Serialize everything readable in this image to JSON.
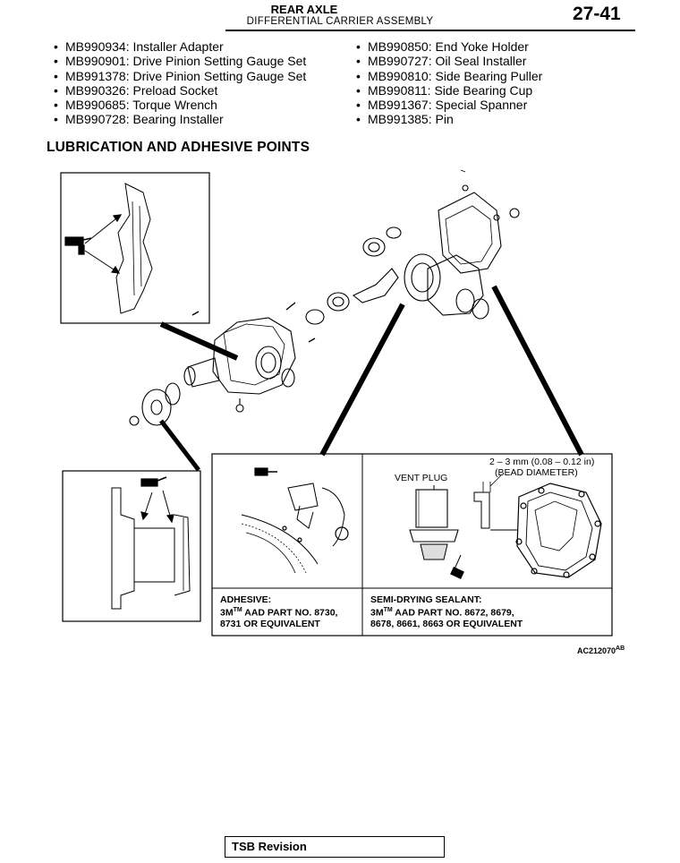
{
  "header": {
    "title": "REAR AXLE",
    "subtitle": "DIFFERENTIAL CARRIER ASSEMBLY",
    "page_number": "27-41"
  },
  "special_tools": {
    "left": [
      "MB990934: Installer Adapter",
      "MB990901: Drive Pinion Setting Gauge Set",
      "MB991378: Drive Pinion Setting Gauge Set",
      "MB990326: Preload Socket",
      "MB990685: Torque Wrench",
      "MB990728: Bearing Installer"
    ],
    "right": [
      "MB990850: End Yoke Holder",
      "MB990727: Oil Seal Installer",
      "MB990810: Side Bearing Puller",
      "MB990811: Side Bearing Cup",
      "MB991367: Special Spanner",
      "MB991385: Pin"
    ]
  },
  "section_heading": "LUBRICATION AND ADHESIVE POINTS",
  "figure": {
    "adhesive_caption": {
      "line1": "ADHESIVE:",
      "line2a": "3M",
      "line2tm": "TM",
      "line2b": " AAD PART NO. 8730,",
      "line3": "8731 OR EQUIVALENT"
    },
    "sealant_caption": {
      "line1": "SEMI-DRYING SEALANT:",
      "line2a": "3M",
      "line2tm": "TM",
      "line2b": " AAD PART NO. 8672, 8679,",
      "line3": "8678, 8661, 8663 OR EQUIVALENT"
    },
    "vent_plug_label": "VENT PLUG",
    "bead_label_line1": "2 – 3 mm (0.08 – 0.12 in)",
    "bead_label_line2": "(BEAD DIAMETER)",
    "figure_code": "AC212070",
    "figure_code_suffix": "AB"
  },
  "footer": {
    "tsb_label": "TSB Revision"
  }
}
